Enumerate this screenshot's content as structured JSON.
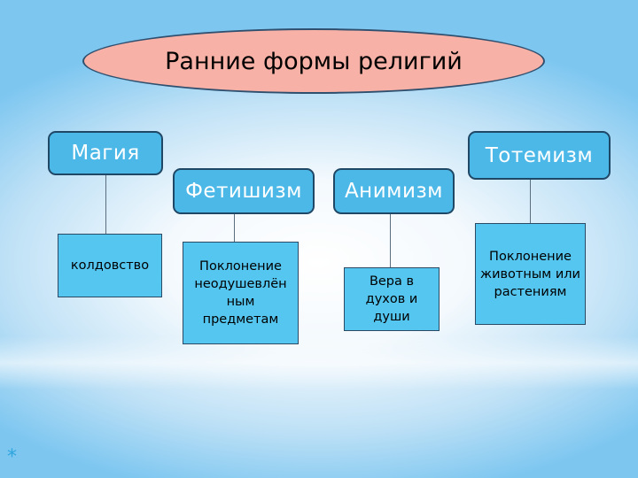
{
  "title": "Ранние формы религий",
  "forms": [
    {
      "id": "magic",
      "name": "Магия",
      "description": "колдовство"
    },
    {
      "id": "fetishism",
      "name": "Фетишизм",
      "description": "Поклонение неодушевлён ным предметам"
    },
    {
      "id": "animism",
      "name": "Анимизм",
      "description": "Вера в духов и души"
    },
    {
      "id": "totemism",
      "name": "Тотемизм",
      "description": "Поклонение животным или растениям"
    }
  ],
  "decor": {
    "bullet_glyph": "*",
    "bullet_color": "#2fa6de"
  }
}
